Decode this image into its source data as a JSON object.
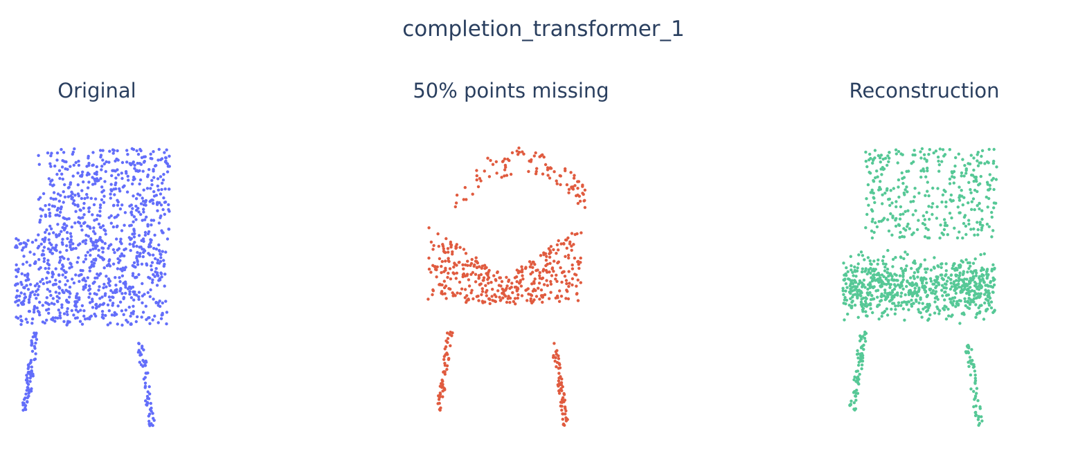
{
  "figure": {
    "title": "completion_transformer_1"
  },
  "chart_data": [
    {
      "type": "scatter",
      "title": "Original",
      "color": "#636efa",
      "point_count": 1200,
      "shape": "chair",
      "variant": "full",
      "axes_visible": false,
      "grid": false
    },
    {
      "type": "scatter",
      "title": "50% points missing",
      "color": "#e05b3f",
      "point_count": 600,
      "shape": "chair",
      "variant": "partial",
      "axes_visible": false,
      "grid": false
    },
    {
      "type": "scatter",
      "title": "Reconstruction",
      "color": "#56c896",
      "point_count": 1200,
      "shape": "chair",
      "variant": "reconstruction",
      "axes_visible": false,
      "grid": false
    }
  ]
}
